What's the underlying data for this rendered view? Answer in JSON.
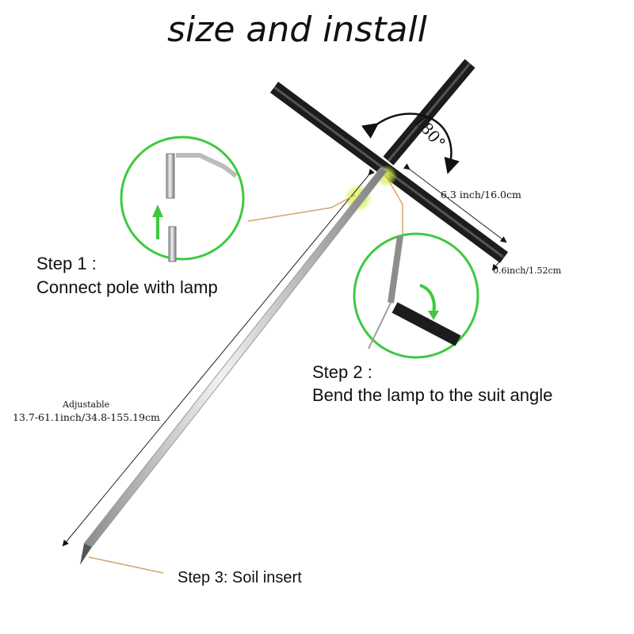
{
  "title": "size and install",
  "steps": {
    "step1_title": "Step 1 :",
    "step1_desc": "Connect pole with lamp",
    "step2_title": "Step 2 :",
    "step2_desc": "Bend the lamp to  the suit angle",
    "step3": "Step 3: Soil insert"
  },
  "dimensions": {
    "adjustable_label": "Adjustable",
    "pole_length": "13.7-61.1inch/34.8-155.19cm",
    "arm_length": "6.3 inch/16.0cm",
    "arm_width": "0.6inch/1.52cm",
    "rotation_angle": "180°"
  },
  "colors": {
    "highlight_green": "#3ec93e",
    "leader_line": "#d9a36a",
    "lamp_arm": "#1c1c1c",
    "pole_metal": "#b9b9b9"
  }
}
